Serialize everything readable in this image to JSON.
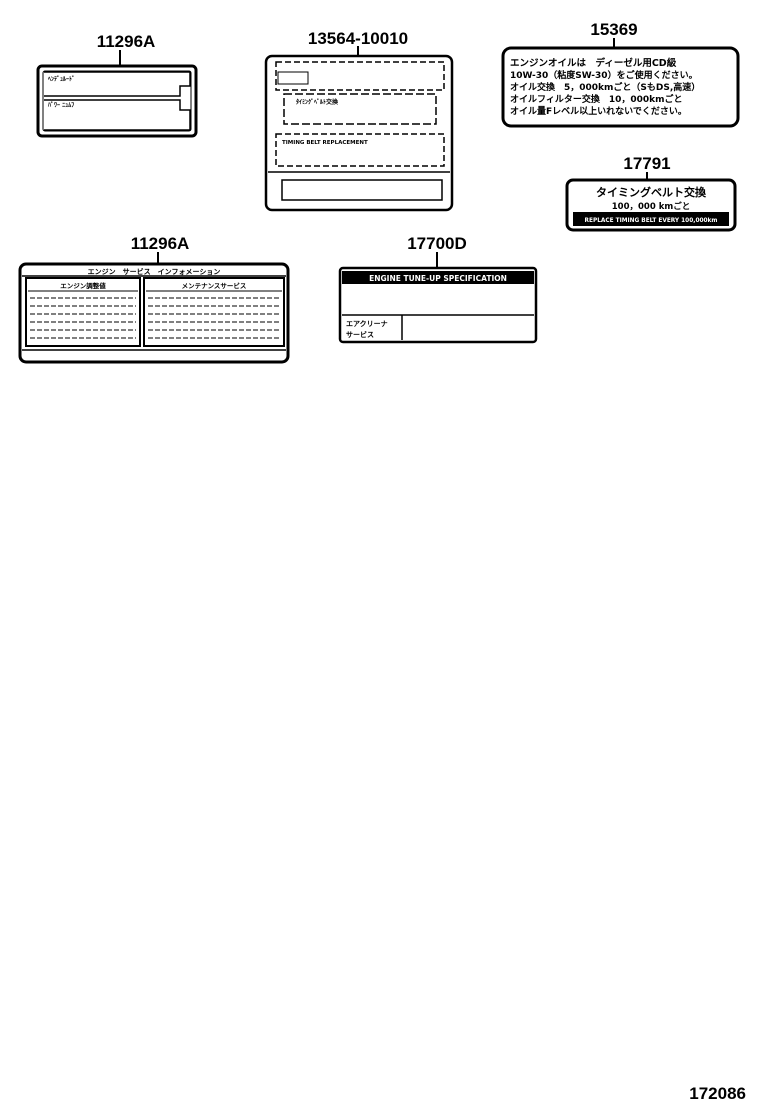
{
  "diagram_ref": "172086",
  "parts": [
    {
      "part_no": "11296A",
      "lines": [
        "ﾍﾝﾃﾞｭﾙｰﾄﾞ",
        "ﾊﾟﾜｰ ﾆｭﾑﾌ"
      ]
    },
    {
      "part_no": "13564-10010",
      "lines": [
        "ﾀｲﾐﾝｸﾞﾍﾞﾙﾄ交換",
        "TIMING BELT REPLACEMENT"
      ]
    },
    {
      "part_no": "15369",
      "lines": [
        "エンジンオイルは　ディーゼル用CD級",
        "10W-30（粘度SW-30）をご使用ください。",
        "オイル交換　5，000kmごと（SもDS,高速）",
        "オイルフィルター交換　10，000kmごと",
        "オイル量Fレベル以上いれないでください。"
      ]
    },
    {
      "part_no": "17791",
      "lines": [
        "タイミングベルト交換",
        "100，000 kmごと",
        "REPLACE TIMING BELT EVERY 100,000km"
      ]
    },
    {
      "part_no": "11296A",
      "lines": [
        "エンジン　サービス　インフォメーション",
        "エンジン調整値",
        "メンテナンスサービス"
      ]
    },
    {
      "part_no": "17700D",
      "lines": [
        "ENGINE TUNE-UP SPECIFICATION",
        "エアクリーナ",
        "サービス"
      ]
    }
  ]
}
